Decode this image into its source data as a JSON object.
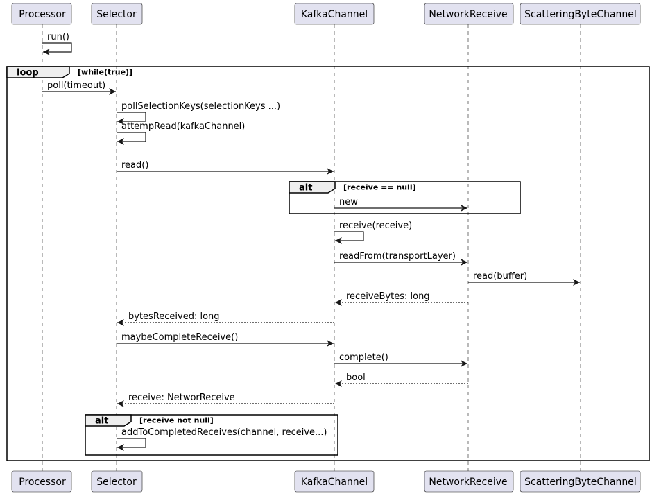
{
  "participants": [
    {
      "name": "Processor"
    },
    {
      "name": "Selector"
    },
    {
      "name": "KafkaChannel"
    },
    {
      "name": "NetworkReceive"
    },
    {
      "name": "ScatteringByteChannel"
    }
  ],
  "messages": [
    {
      "from": 0,
      "to": 0,
      "label": "run()",
      "style": "solid"
    },
    {
      "from": 0,
      "to": 1,
      "label": "poll(timeout)",
      "style": "solid"
    },
    {
      "from": 1,
      "to": 1,
      "label": "pollSelectionKeys(selectionKeys ...)",
      "style": "solid"
    },
    {
      "from": 1,
      "to": 1,
      "label": "attempRead(kafkaChannel)",
      "style": "solid"
    },
    {
      "from": 1,
      "to": 2,
      "label": "read()",
      "style": "solid"
    },
    {
      "from": 2,
      "to": 3,
      "label": "new",
      "style": "solid"
    },
    {
      "from": 2,
      "to": 2,
      "label": "receive(receive)",
      "style": "solid"
    },
    {
      "from": 2,
      "to": 3,
      "label": "readFrom(transportLayer)",
      "style": "solid"
    },
    {
      "from": 3,
      "to": 4,
      "label": "read(buffer)",
      "style": "solid"
    },
    {
      "from": 3,
      "to": 2,
      "label": "receiveBytes: long",
      "style": "dashed"
    },
    {
      "from": 2,
      "to": 1,
      "label": "bytesReceived: long",
      "style": "dashed"
    },
    {
      "from": 1,
      "to": 2,
      "label": "maybeCompleteReceive()",
      "style": "solid"
    },
    {
      "from": 2,
      "to": 3,
      "label": "complete()",
      "style": "solid"
    },
    {
      "from": 3,
      "to": 2,
      "label": "bool",
      "style": "dashed"
    },
    {
      "from": 2,
      "to": 1,
      "label": "receive: NetworReceive",
      "style": "dashed"
    },
    {
      "from": 1,
      "to": 1,
      "label": "addToCompletedReceives(channel, receive...)",
      "style": "solid"
    }
  ],
  "fragments": [
    {
      "kind": "loop",
      "condition": "[while(true)]"
    },
    {
      "kind": "alt",
      "condition": "[receive == null]"
    },
    {
      "kind": "alt",
      "condition": "[receive not null]"
    }
  ],
  "colors": {
    "participant_fill": "#e2e2f0",
    "participant_stroke": "#181818",
    "lifeline": "#181818",
    "fragment_tab": "#eeeeee"
  }
}
